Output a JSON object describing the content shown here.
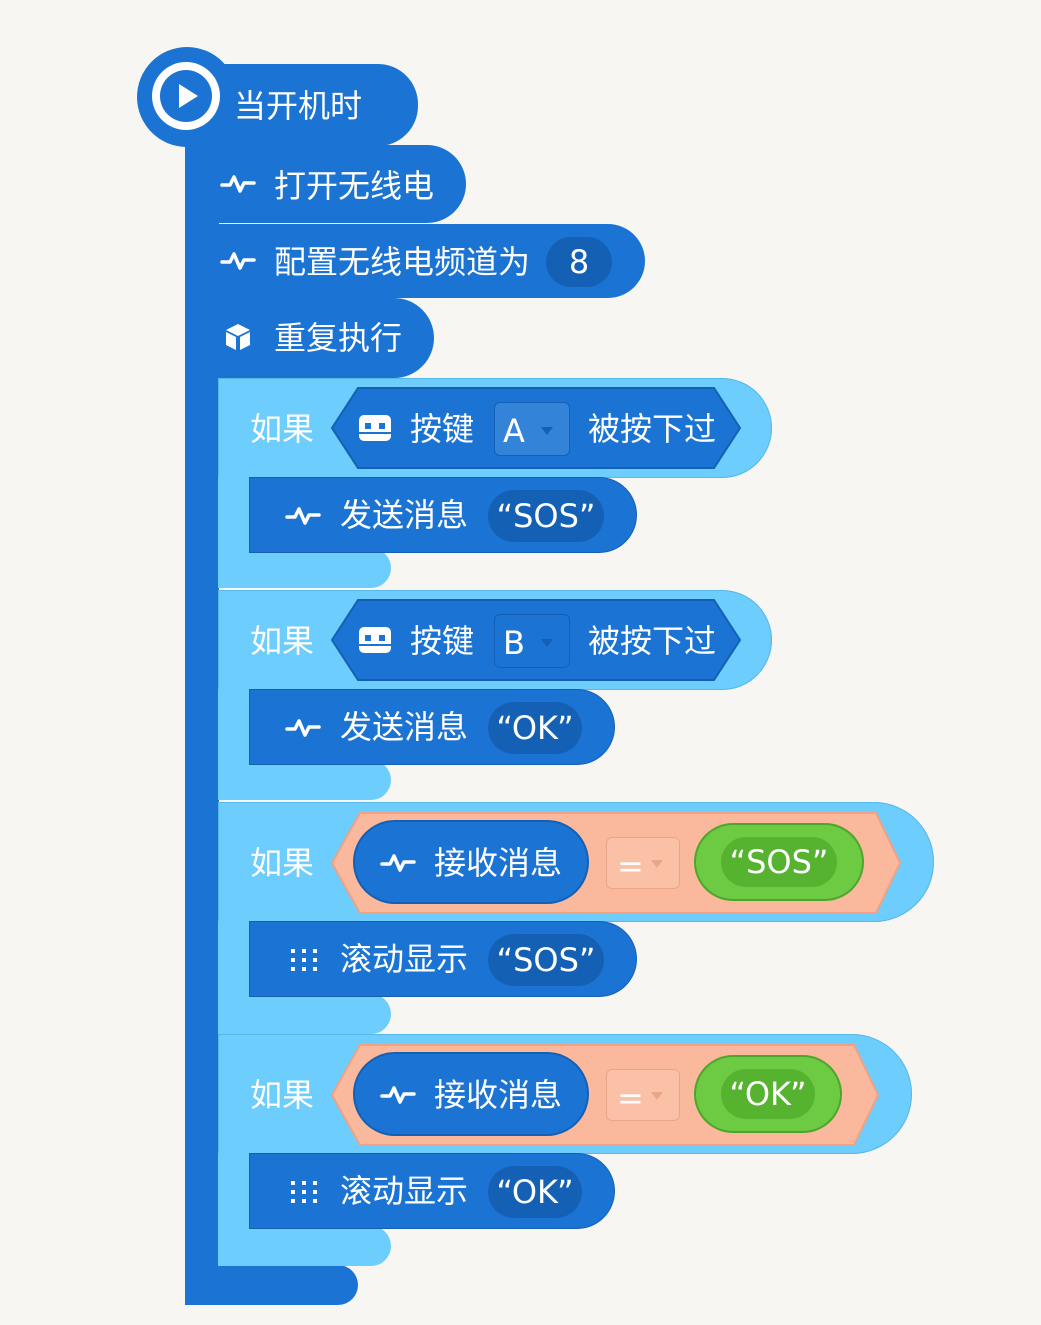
{
  "event": {
    "label": "当开机时",
    "icon": "play-icon"
  },
  "statements": {
    "radio_on": "打开无线电",
    "radio_group_label": "配置无线电频道为",
    "radio_group_value": "8",
    "forever": "重复执行"
  },
  "if_blocks": [
    {
      "if_label": "如果",
      "cond_label": "按键",
      "button": "A",
      "pressed": "被按下过",
      "action": "发送消息",
      "value": "“SOS”"
    },
    {
      "if_label": "如果",
      "cond_label": "按键",
      "button": "B",
      "pressed": "被按下过",
      "action": "发送消息",
      "value": "“OK”"
    },
    {
      "if_label": "如果",
      "received": "接收消息",
      "op": "=",
      "compare": "“SOS”",
      "action": "滚动显示",
      "value": "“SOS”"
    },
    {
      "if_label": "如果",
      "received": "接收消息",
      "op": "=",
      "compare": "“OK”",
      "action": "滚动显示",
      "value": "“OK”"
    }
  ],
  "colors": {
    "dark_blue": "#1b74d3",
    "light_blue": "#6dcdfc",
    "salmon": "#fab99d",
    "green": "#6ccb43",
    "background": "#f7f6f3"
  }
}
